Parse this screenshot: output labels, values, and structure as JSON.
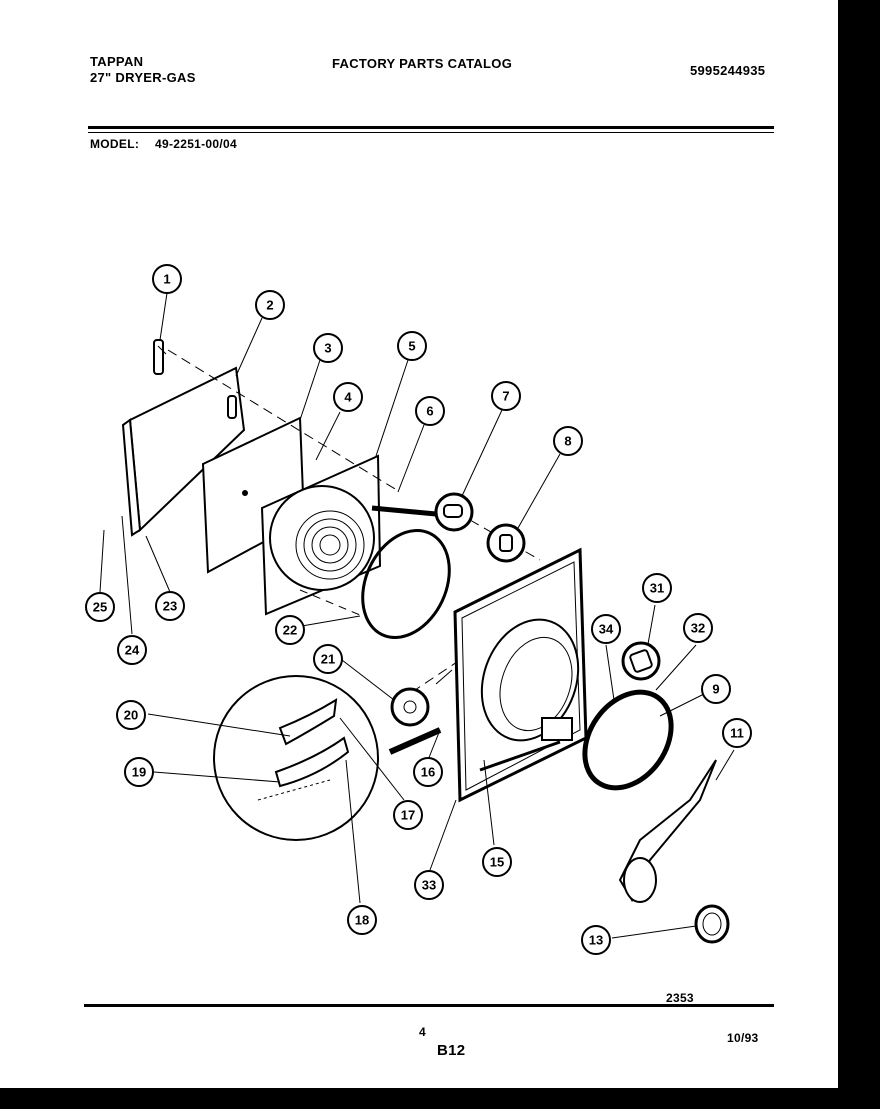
{
  "header": {
    "brand": "TAPPAN",
    "product": "27\" DRYER-GAS",
    "catalog_title": "FACTORY PARTS CATALOG",
    "catalog_number": "5995244935",
    "model_label": "MODEL:",
    "model_number": "49-2251-00/04"
  },
  "callouts": [
    "1",
    "2",
    "3",
    "4",
    "5",
    "6",
    "7",
    "8",
    "9",
    "11",
    "13",
    "15",
    "16",
    "17",
    "18",
    "19",
    "20",
    "21",
    "22",
    "23",
    "24",
    "25",
    "31",
    "32",
    "33",
    "34"
  ],
  "footer": {
    "drawing_number": "2353",
    "page_number": "4",
    "section_code": "B12",
    "date": "10/93"
  }
}
